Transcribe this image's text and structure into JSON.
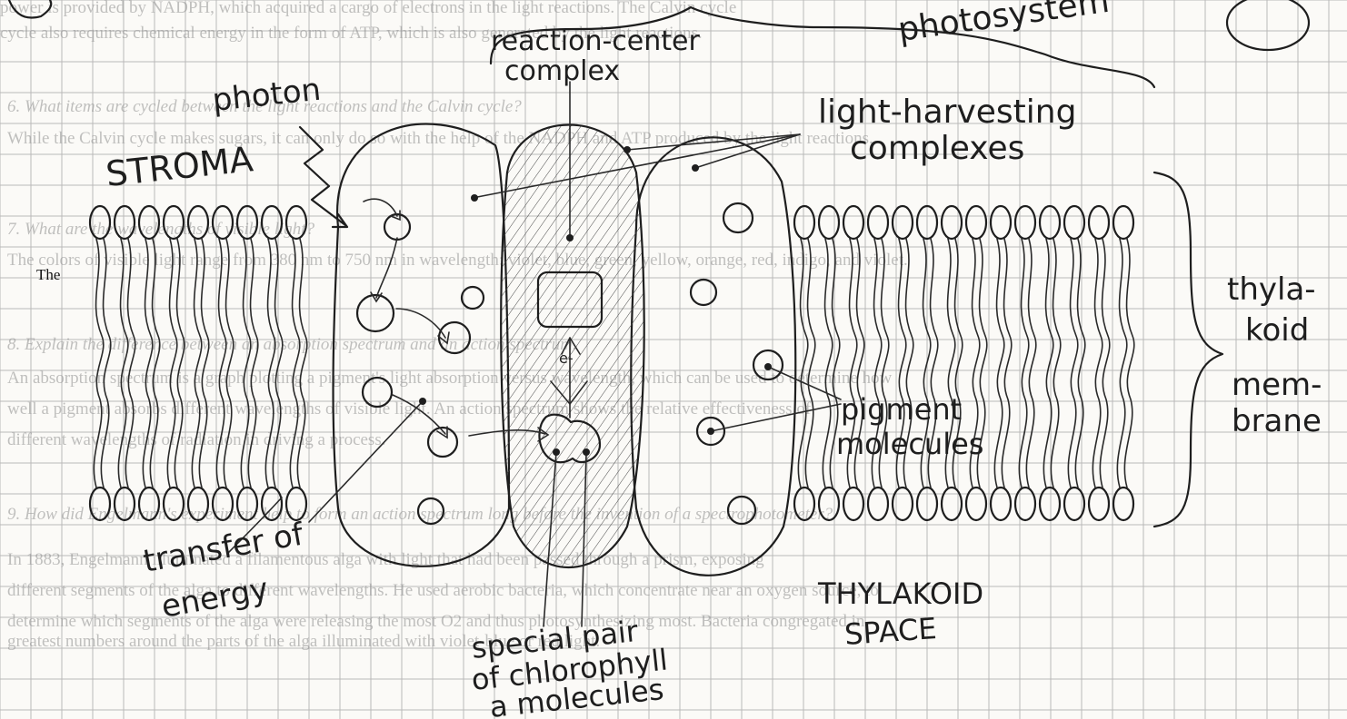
{
  "handwritten": {
    "photosystem": "photosystem",
    "reaction_center_1": "reaction-center",
    "reaction_center_2": "complex",
    "photon": "photon",
    "stroma": "STROMA",
    "light_harvesting_1": "light-harvesting",
    "light_harvesting_2": "complexes",
    "thylakoid_membrane_1": "thyla-",
    "thylakoid_membrane_2": "koid",
    "thylakoid_membrane_3": "mem-",
    "thylakoid_membrane_4": "brane",
    "pigment_1": "pigment",
    "pigment_2": "molecules",
    "transfer_1": "transfer of",
    "transfer_2": "energy",
    "thylakoid_space_1": "THYLAKOID",
    "thylakoid_space_2": "SPACE",
    "special_pair_1": "special pair",
    "special_pair_2": "of chlorophyll",
    "special_pair_3": "a molecules",
    "electron": "e-"
  },
  "printed_left": "The",
  "bleed_through": {
    "q6": "6. What items are cycled between the light reactions and the Calvin cycle?",
    "a6": "While the Calvin cycle makes sugars, it can only do so with the help of the NADPH and ATP produced by the light reactions.",
    "q7": "7. What are the wavelengths of visible light?",
    "a7": "The colors of visible light range from 380 nm to 750 nm in wavelength: violet, blue, green, yellow, orange, red, indigo, and violet.",
    "q8": "8. Explain the difference between an absorption spectrum and an action spectrum.",
    "a8a": "An absorption spectrum is a graph plotting a pigment's light absorption versus wavelength, which can be used to determine how",
    "a8b": "well a pigment absorbs different wavelengths of visible light. An action spectrum shows the relative effectiveness of",
    "a8c": "different wavelengths of radiation in driving a process.",
    "q9": "9. How did Engelmann's experiment help to form an action spectrum long before the invention of a spectrophotometer?",
    "a9a": "In 1883, Engelmann illuminated a filamentous alga with light that had been passed through a prism, exposing",
    "a9b": "different segments of the alga to different wavelengths. He used aerobic bacteria, which concentrate near an oxygen source, to",
    "a9c": "determine which segments of the alga were releasing the most O2 and thus photosynthesizing most. Bacteria congregated in",
    "a9d": "greatest numbers around the parts of the alga illuminated with violet-blue or red light.",
    "top1": "power is provided by NADPH, which acquired a cargo of electrons in the light reactions. The Calvin cycle",
    "top2": "cycle also requires chemical energy in the form of ATP, which is also generated by the light reactions."
  }
}
